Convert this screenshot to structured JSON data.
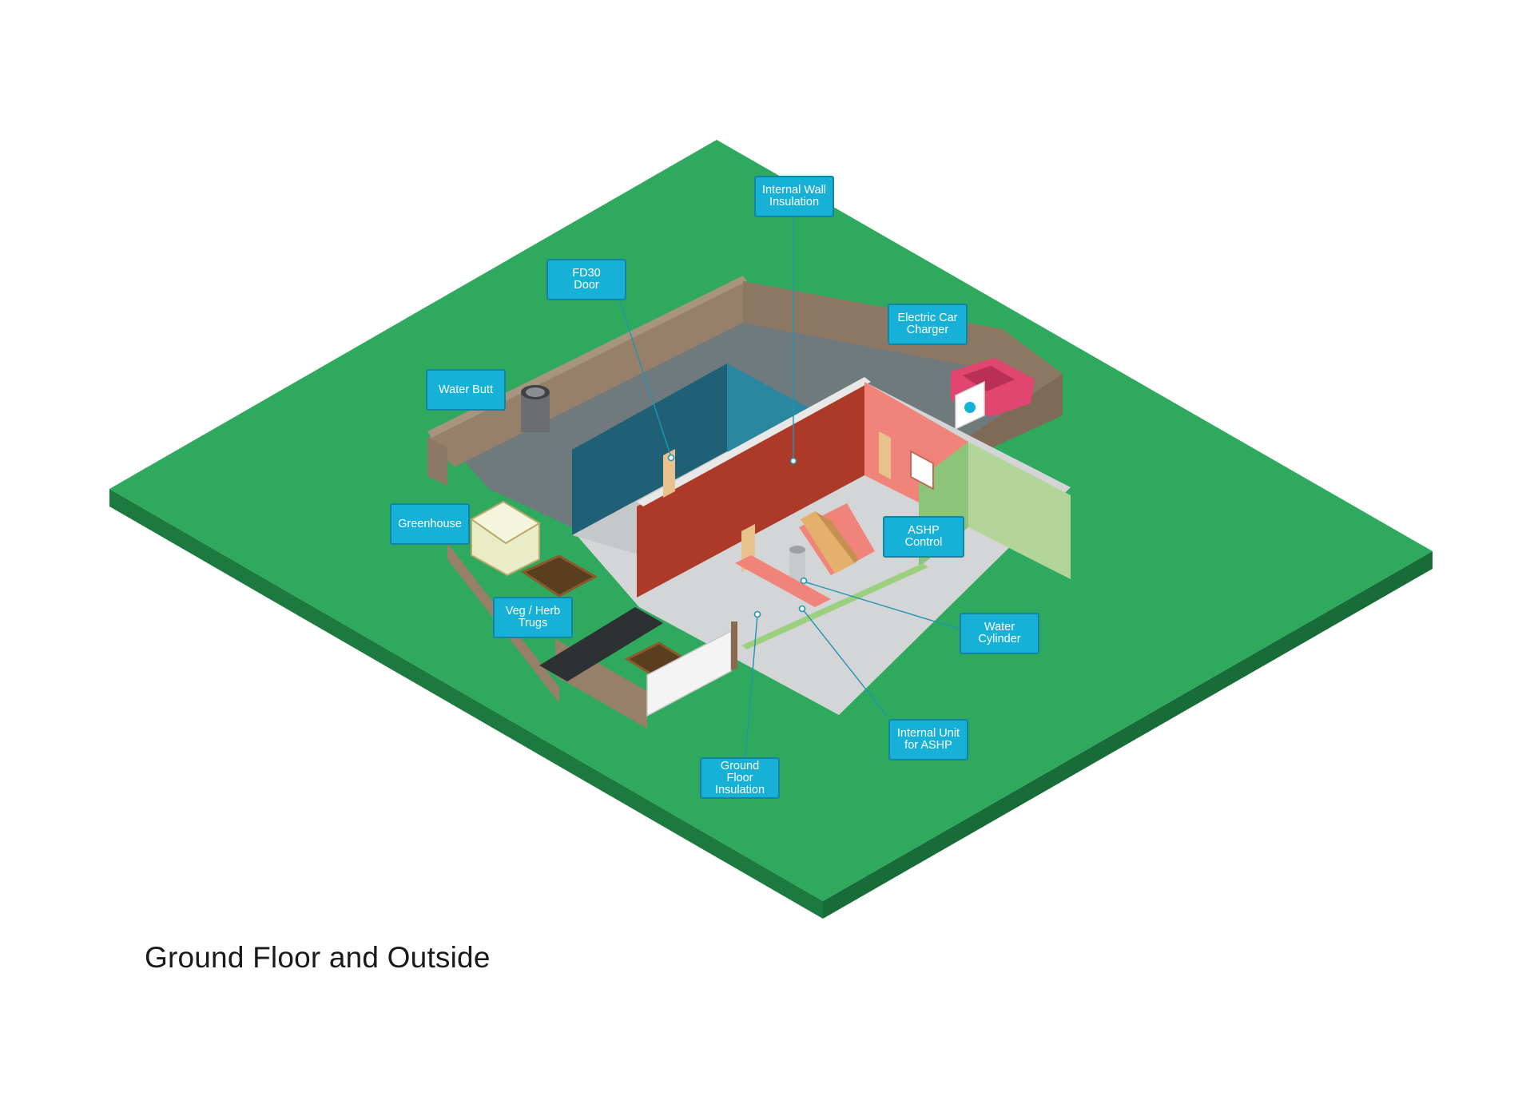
{
  "caption": "Ground Floor and Outside",
  "labels": {
    "internal_wall_insulation": "Internal Wall\nInsulation",
    "fd30_door": "FD30\nDoor",
    "electric_car_charger": "Electric Car\nCharger",
    "water_butt": "Water Butt",
    "greenhouse": "Greenhouse",
    "ashp_control": "ASHP Control",
    "veg_herb_trugs": "Veg / Herb\nTrugs",
    "water_cylinder": "Water\nCylinder",
    "internal_unit_ashp": "Internal Unit\nfor ASHP",
    "ground_floor_insulation": "Ground Floor\nInsulation"
  },
  "colors": {
    "grass": "#2fa95e",
    "grass_edge": "#1d7a3f",
    "garden_wall": "#96806a",
    "paving": "#70797c",
    "floor": "#d3d5d6",
    "wall_blue": "#1f6076",
    "wall_red": "#ad3a28",
    "wall_pink": "#f0847a",
    "wall_green": "#b4d59a",
    "label_fill": "#17b0d6",
    "car": "#e0466f"
  }
}
